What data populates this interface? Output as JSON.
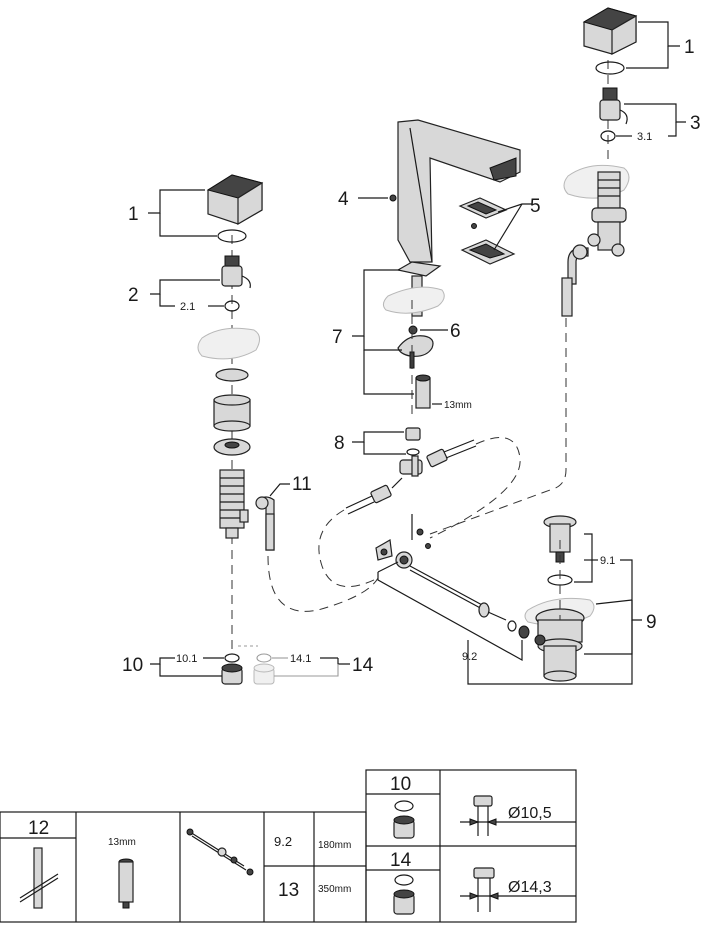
{
  "callouts": {
    "c1_left": "1",
    "c2": "2",
    "c2_1": "2.1",
    "c1_right": "1",
    "c3": "3",
    "c3_1": "3.1",
    "c4": "4",
    "c5": "5",
    "c6": "6",
    "c7": "7",
    "c7_size": "13mm",
    "c8": "8",
    "c9": "9",
    "c9_1": "9.1",
    "c9_2": "9.2",
    "c10": "10",
    "c10_1": "10.1",
    "c11": "11",
    "c14": "14",
    "c14_1": "14.1"
  },
  "table": {
    "c12": "12",
    "c12_size": "13mm",
    "c9_2": "9.2",
    "c9_2_len": "180mm",
    "c13": "13",
    "c13_len": "350mm",
    "c10": "10",
    "c10_dia": "Ø10,5",
    "c14": "14",
    "c14_dia": "Ø14,3"
  }
}
